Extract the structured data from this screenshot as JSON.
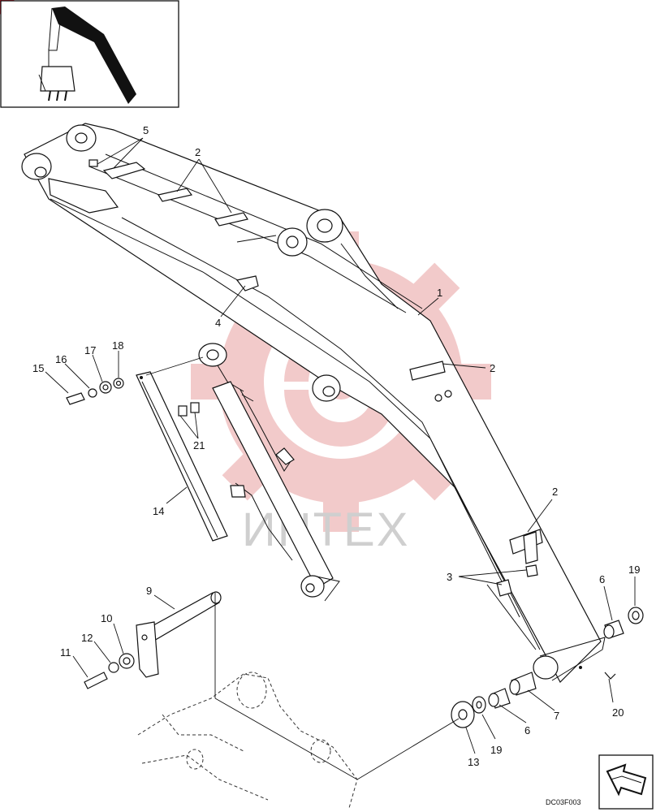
{
  "diagram": {
    "callouts": [
      {
        "id": "c1",
        "text": "1"
      },
      {
        "id": "c2a",
        "text": "2"
      },
      {
        "id": "c2b",
        "text": "2"
      },
      {
        "id": "c2c",
        "text": "2"
      },
      {
        "id": "c3",
        "text": "3"
      },
      {
        "id": "c4",
        "text": "4"
      },
      {
        "id": "c5",
        "text": "5"
      },
      {
        "id": "c6a",
        "text": "6"
      },
      {
        "id": "c6b",
        "text": "6"
      },
      {
        "id": "c7",
        "text": "7"
      },
      {
        "id": "c9",
        "text": "9"
      },
      {
        "id": "c10",
        "text": "10"
      },
      {
        "id": "c11",
        "text": "11"
      },
      {
        "id": "c12",
        "text": "12"
      },
      {
        "id": "c13",
        "text": "13"
      },
      {
        "id": "c14",
        "text": "14"
      },
      {
        "id": "c15",
        "text": "15"
      },
      {
        "id": "c16",
        "text": "16"
      },
      {
        "id": "c17",
        "text": "17"
      },
      {
        "id": "c18",
        "text": "18"
      },
      {
        "id": "c19a",
        "text": "19"
      },
      {
        "id": "c19b",
        "text": "19"
      },
      {
        "id": "c20",
        "text": "20"
      },
      {
        "id": "c21",
        "text": "21"
      }
    ],
    "drawing_code": "DC03F003",
    "watermark_text": "ИНТЕХ",
    "colors": {
      "line": "#111111",
      "watermark_logo": "#e8a0a0",
      "watermark_text": "#cfcfcf",
      "corner_badge": "#e0202e"
    },
    "icons": {
      "thumbnail": "excavator-thumbnail-icon",
      "direction": "direction-arrow-icon",
      "watermark_logo": "gear-logo-icon"
    }
  }
}
